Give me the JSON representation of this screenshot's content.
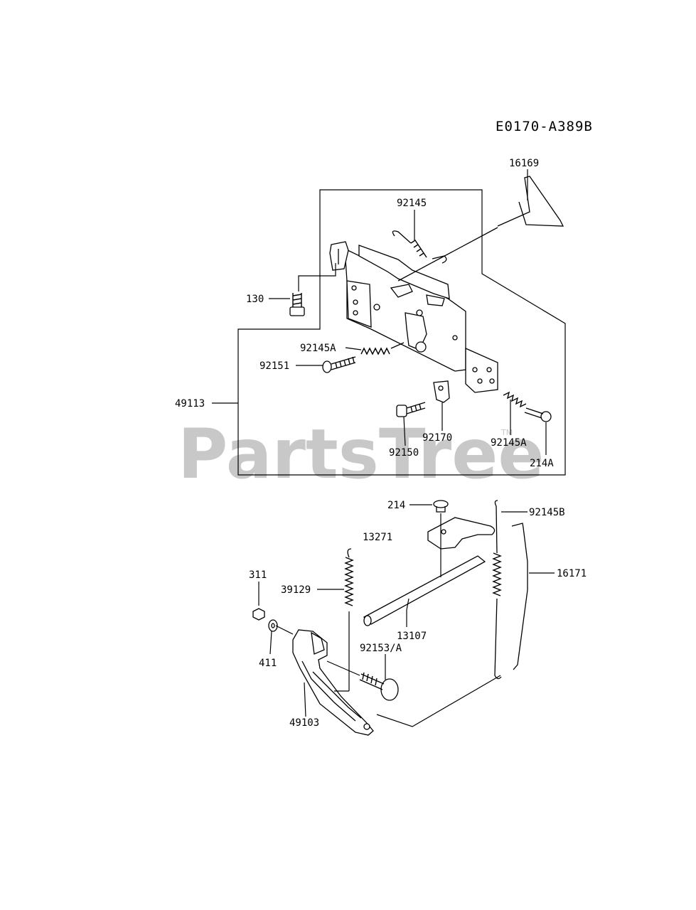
{
  "diagram_code": "E0170-A389B",
  "watermark": "PartsTree",
  "watermark_tm": "TM",
  "parts": {
    "p16169": "16169",
    "p92145": "92145",
    "p130": "130",
    "p92145A_upper": "92145A",
    "p92151": "92151",
    "p49113": "49113",
    "p92170": "92170",
    "p92150": "92150",
    "p92145A_lower": "92145A",
    "p214A": "214A",
    "p214": "214",
    "p92145B": "92145B",
    "p13271": "13271",
    "p311": "311",
    "p39129": "39129",
    "p16171": "16171",
    "p13107": "13107",
    "p92153A": "92153/A",
    "p411": "411",
    "p49103": "49103"
  }
}
